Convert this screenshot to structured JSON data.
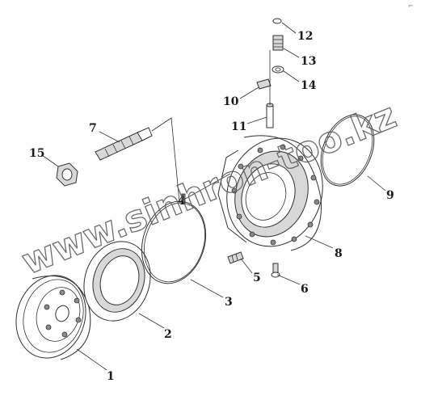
{
  "corner_mark": "⌐",
  "watermark": "www.sinhron-too.kz",
  "parts": [
    {
      "id": "1",
      "label": "1"
    },
    {
      "id": "2",
      "label": "2"
    },
    {
      "id": "3",
      "label": "3"
    },
    {
      "id": "4",
      "label": "4"
    },
    {
      "id": "5",
      "label": "5"
    },
    {
      "id": "6",
      "label": "6"
    },
    {
      "id": "7",
      "label": "7"
    },
    {
      "id": "8",
      "label": "8"
    },
    {
      "id": "9",
      "label": "9"
    },
    {
      "id": "10",
      "label": "10"
    },
    {
      "id": "11",
      "label": "11"
    },
    {
      "id": "12",
      "label": "12"
    },
    {
      "id": "13",
      "label": "13"
    },
    {
      "id": "14",
      "label": "14"
    },
    {
      "id": "15",
      "label": "15"
    }
  ]
}
